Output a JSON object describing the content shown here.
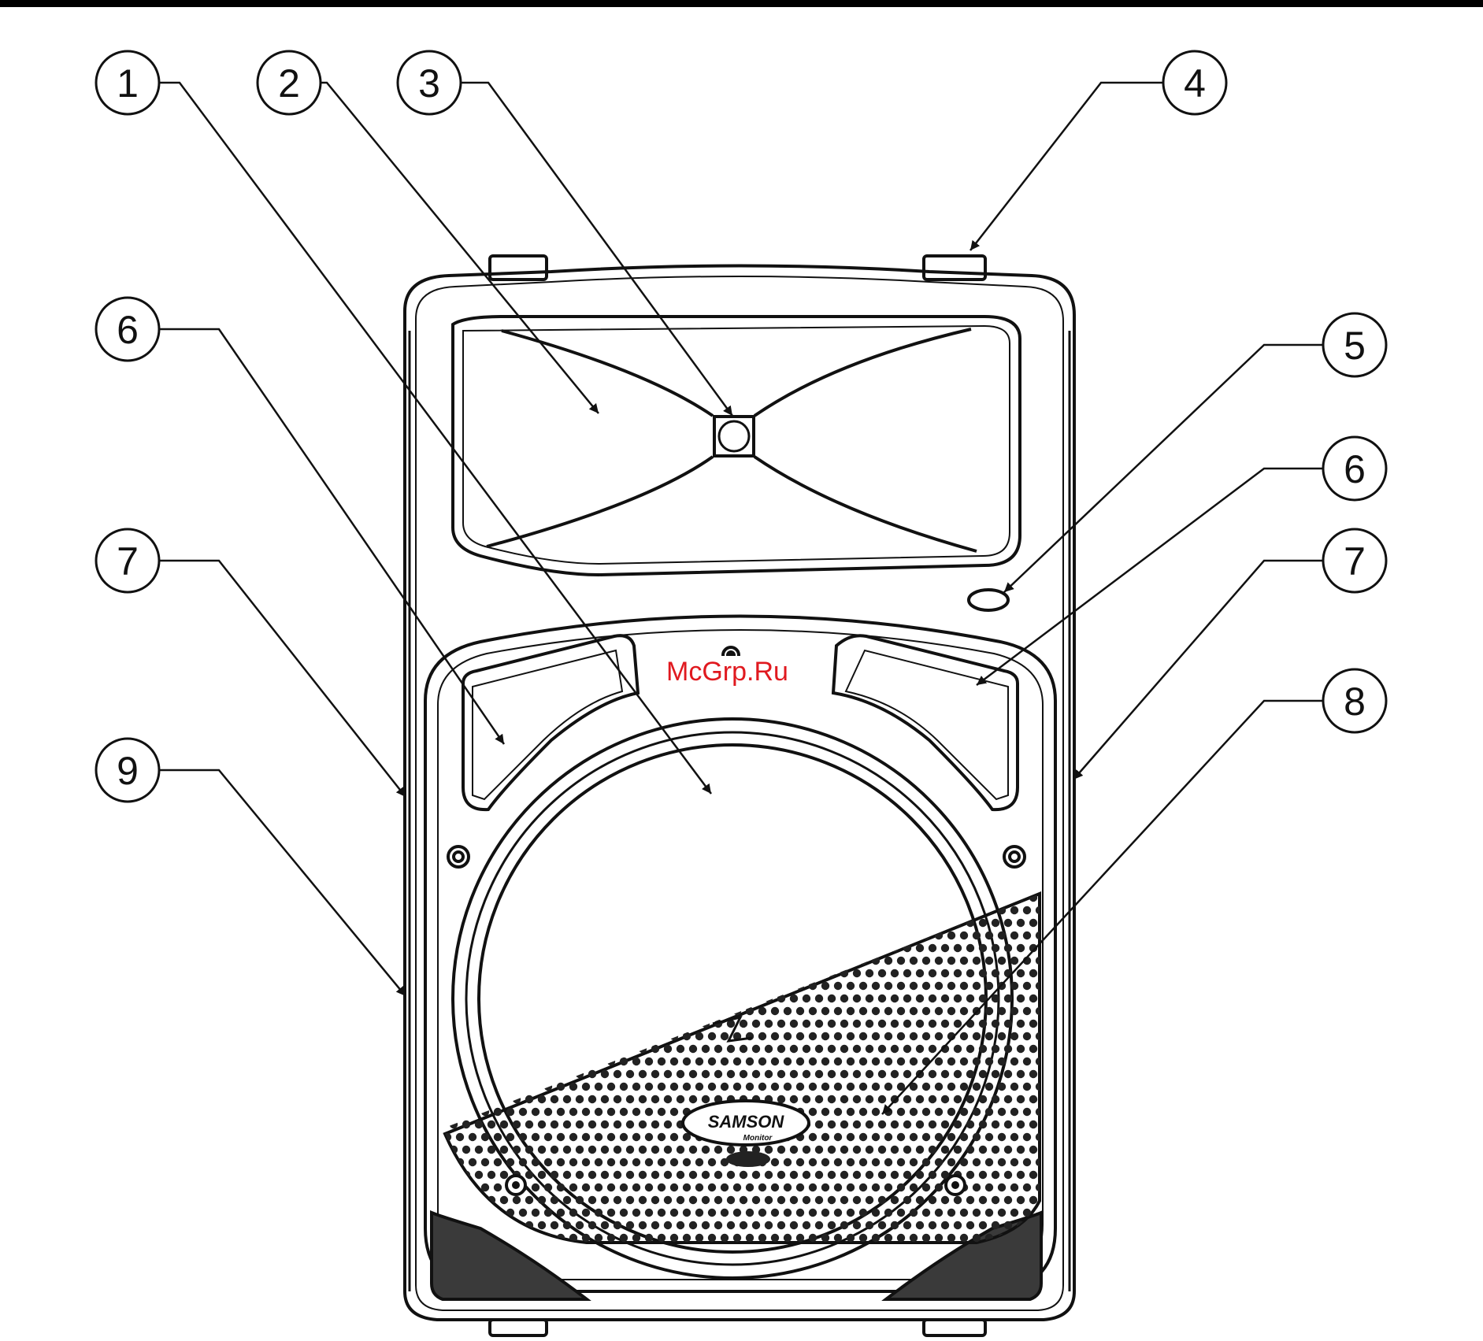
{
  "callouts": [
    {
      "label": "1"
    },
    {
      "label": "2"
    },
    {
      "label": "3"
    },
    {
      "label": "4"
    },
    {
      "label": "5"
    },
    {
      "label": "6"
    },
    {
      "label": "6"
    },
    {
      "label": "7"
    },
    {
      "label": "7"
    },
    {
      "label": "8"
    },
    {
      "label": "9"
    }
  ],
  "watermark": "McGrp.Ru",
  "logo": {
    "brand": "SAMSON",
    "sub": "Monitor"
  },
  "colors": {
    "line": "#111111",
    "feet": "#3a3a3a",
    "watermark": "#e0191f",
    "grille_hole": "#222222"
  }
}
